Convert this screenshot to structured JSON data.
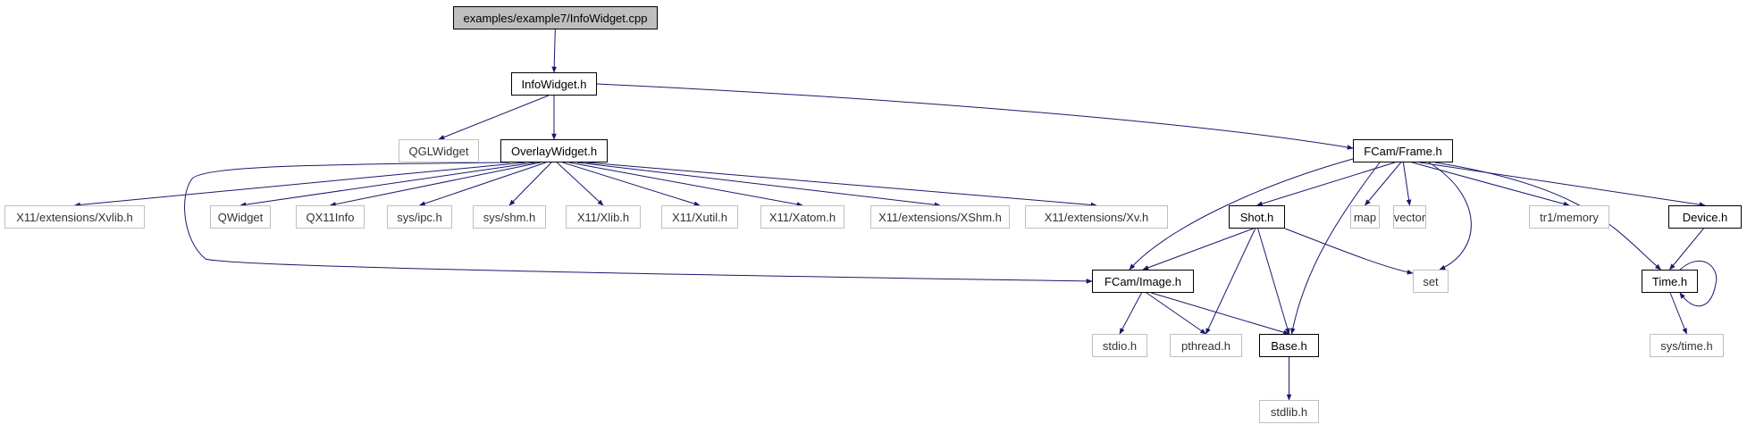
{
  "graph": {
    "edge_color": "#191970",
    "nodes": [
      {
        "id": "cpp",
        "label": "examples/example7/InfoWidget.cpp",
        "kind": "root"
      },
      {
        "id": "infowidget",
        "label": "InfoWidget.h",
        "kind": "doc"
      },
      {
        "id": "qglwidget",
        "label": "QGLWidget",
        "kind": "ext"
      },
      {
        "id": "overlay",
        "label": "OverlayWidget.h",
        "kind": "doc"
      },
      {
        "id": "frame",
        "label": "FCam/Frame.h",
        "kind": "doc"
      },
      {
        "id": "xvlib",
        "label": "X11/extensions/Xvlib.h",
        "kind": "ext"
      },
      {
        "id": "qwidget",
        "label": "QWidget",
        "kind": "ext"
      },
      {
        "id": "qx11info",
        "label": "QX11Info",
        "kind": "ext"
      },
      {
        "id": "ipc",
        "label": "sys/ipc.h",
        "kind": "ext"
      },
      {
        "id": "shm",
        "label": "sys/shm.h",
        "kind": "ext"
      },
      {
        "id": "xlib",
        "label": "X11/Xlib.h",
        "kind": "ext"
      },
      {
        "id": "xutil",
        "label": "X11/Xutil.h",
        "kind": "ext"
      },
      {
        "id": "xatom",
        "label": "X11/Xatom.h",
        "kind": "ext"
      },
      {
        "id": "xshm",
        "label": "X11/extensions/XShm.h",
        "kind": "ext"
      },
      {
        "id": "xv",
        "label": "X11/extensions/Xv.h",
        "kind": "ext"
      },
      {
        "id": "shot",
        "label": "Shot.h",
        "kind": "doc"
      },
      {
        "id": "map",
        "label": "map",
        "kind": "ext"
      },
      {
        "id": "vector",
        "label": "vector",
        "kind": "ext"
      },
      {
        "id": "memory",
        "label": "tr1/memory",
        "kind": "ext"
      },
      {
        "id": "device",
        "label": "Device.h",
        "kind": "doc"
      },
      {
        "id": "image",
        "label": "FCam/Image.h",
        "kind": "doc"
      },
      {
        "id": "set",
        "label": "set",
        "kind": "ext"
      },
      {
        "id": "time",
        "label": "Time.h",
        "kind": "doc"
      },
      {
        "id": "stdio",
        "label": "stdio.h",
        "kind": "ext"
      },
      {
        "id": "pthread",
        "label": "pthread.h",
        "kind": "ext"
      },
      {
        "id": "base",
        "label": "Base.h",
        "kind": "doc"
      },
      {
        "id": "systime",
        "label": "sys/time.h",
        "kind": "ext"
      },
      {
        "id": "stdlib",
        "label": "stdlib.h",
        "kind": "ext"
      }
    ],
    "edges": [
      [
        "cpp",
        "infowidget"
      ],
      [
        "infowidget",
        "qglwidget"
      ],
      [
        "infowidget",
        "overlay"
      ],
      [
        "infowidget",
        "frame"
      ],
      [
        "overlay",
        "xvlib"
      ],
      [
        "overlay",
        "qwidget"
      ],
      [
        "overlay",
        "qx11info"
      ],
      [
        "overlay",
        "ipc"
      ],
      [
        "overlay",
        "shm"
      ],
      [
        "overlay",
        "xlib"
      ],
      [
        "overlay",
        "xutil"
      ],
      [
        "overlay",
        "xatom"
      ],
      [
        "overlay",
        "xshm"
      ],
      [
        "overlay",
        "xv"
      ],
      [
        "overlay",
        "image"
      ],
      [
        "frame",
        "image"
      ],
      [
        "frame",
        "shot"
      ],
      [
        "frame",
        "base"
      ],
      [
        "frame",
        "map"
      ],
      [
        "frame",
        "vector"
      ],
      [
        "frame",
        "set"
      ],
      [
        "frame",
        "memory"
      ],
      [
        "frame",
        "time"
      ],
      [
        "frame",
        "device"
      ],
      [
        "shot",
        "image"
      ],
      [
        "shot",
        "pthread"
      ],
      [
        "shot",
        "base"
      ],
      [
        "shot",
        "set"
      ],
      [
        "image",
        "stdio"
      ],
      [
        "image",
        "pthread"
      ],
      [
        "image",
        "base"
      ],
      [
        "device",
        "time"
      ],
      [
        "time",
        "time"
      ],
      [
        "time",
        "systime"
      ],
      [
        "base",
        "stdlib"
      ]
    ]
  }
}
